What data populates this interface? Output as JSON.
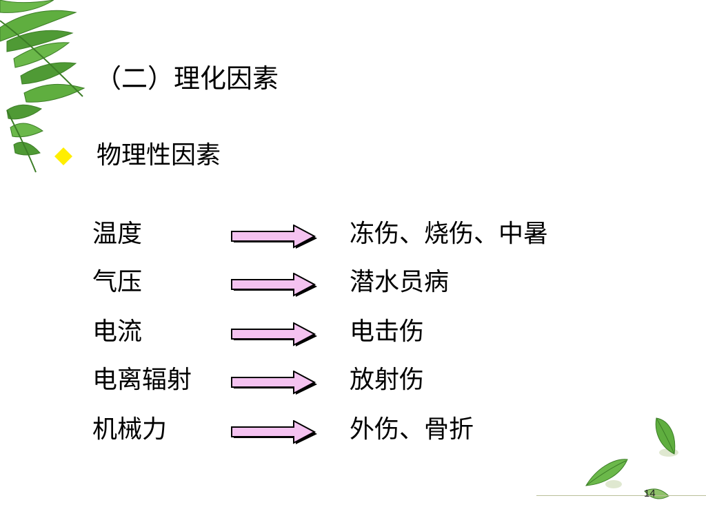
{
  "slide": {
    "title": "（二）理化因素",
    "bullet": {
      "icon": "yellow-diamond-icon",
      "text": "物理性因素"
    },
    "rows": [
      {
        "cause": "温度",
        "effect": "冻伤、烧伤、中暑"
      },
      {
        "cause": "气压",
        "effect": "潜水员病"
      },
      {
        "cause": "电流",
        "effect": "电击伤"
      },
      {
        "cause": "电离辐射",
        "effect": "放射伤"
      },
      {
        "cause": "机械力",
        "effect": "外伤、骨折"
      }
    ],
    "page_number": "14"
  },
  "colors": {
    "bullet": "#ffee00",
    "arrow_fill": "#f4c2f0",
    "arrow_stroke": "#000000",
    "leaf_green": "#5aa33a",
    "footer_line": "#b9bf98"
  }
}
